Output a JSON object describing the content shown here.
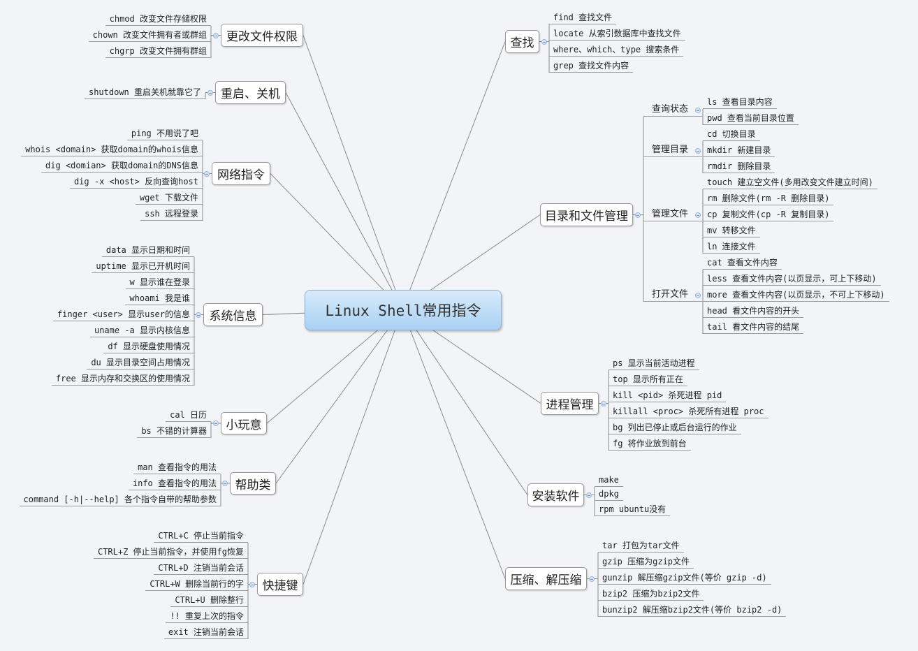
{
  "title": "Linux Shell常用指令",
  "left_branches": [
    {
      "label": "更改文件权限",
      "items": [
        "chmod 改变文件存储权限",
        "chown 改变文件拥有者或群组",
        "chgrp 改变文件拥有群组"
      ]
    },
    {
      "label": "重启、关机",
      "items": [
        "shutdown 重启关机就靠它了"
      ]
    },
    {
      "label": "网络指令",
      "items": [
        "ping 不用说了吧",
        "whois <domain> 获取domain的whois信息",
        "dig <domian> 获取domain的DNS信息",
        "dig -x <host> 反向查询host",
        "wget 下载文件",
        "ssh 远程登录"
      ]
    },
    {
      "label": "系统信息",
      "items": [
        "data 显示日期和时间",
        "uptime 显示已开机时间",
        "w 显示谁在登录",
        "whoami 我是谁",
        "finger <user> 显示user的信息",
        "uname -a 显示内核信息",
        "df 显示硬盘使用情况",
        "du 显示目录空间占用情况",
        "free 显示内存和交换区的使用情况"
      ]
    },
    {
      "label": "小玩意",
      "items": [
        "cal 日历",
        "bs 不错的计算器"
      ]
    },
    {
      "label": "帮助类",
      "items": [
        "man 查看指令的用法",
        "info 查看指令的用法",
        "command [-h|--help] 各个指令自带的帮助参数"
      ]
    },
    {
      "label": "快捷键",
      "items": [
        "CTRL+C 停止当前指令",
        "CTRL+Z 停止当前指令，并使用fg恢复",
        "CTRL+D 注销当前会话",
        "CTRL+W 删除当前行的字",
        "CTRL+U 删除整行",
        "!! 重复上次的指令",
        "exit 注销当前会话"
      ]
    }
  ],
  "right_branches": [
    {
      "label": "查找",
      "items": [
        "find 查找文件",
        "locate 从索引数据库中查找文件",
        "where、which、type 搜索条件",
        "grep 查找文件内容"
      ]
    },
    {
      "label": "目录和文件管理",
      "groups": [
        {
          "label": "查询状态",
          "items": [
            "ls 查看目录内容",
            "pwd 查看当前目录位置"
          ]
        },
        {
          "label": "管理目录",
          "items": [
            "cd 切换目录",
            "mkdir 新建目录",
            "rmdir 删除目录"
          ]
        },
        {
          "label": "管理文件",
          "items": [
            "touch 建立空文件(多用改变文件建立时间)",
            "rm 删除文件(rm -R 删除目录)",
            "cp 复制文件(cp -R 复制目录)",
            "mv 转移文件",
            "ln 连接文件"
          ]
        },
        {
          "label": "打开文件",
          "items": [
            "cat 查看文件内容",
            "less 查看文件内容(以页显示，可上下移动)",
            "more 查看文件内容(以页显示，不可上下移动)",
            "head 看文件内容的开头",
            "tail 看文件内容的结尾"
          ]
        }
      ]
    },
    {
      "label": "进程管理",
      "items": [
        "ps 显示当前活动进程",
        "top 显示所有正在",
        "kill <pid> 杀死进程 pid",
        "killall <proc> 杀死所有进程 proc",
        "bg 列出已停止或后台运行的作业",
        "fg 将作业放到前台"
      ]
    },
    {
      "label": "安装软件",
      "items": [
        "make",
        "dpkg",
        "rpm ubuntu没有"
      ]
    },
    {
      "label": "压缩、解压缩",
      "items": [
        "tar 打包为tar文件",
        "gzip 压缩为gzip文件",
        "gunzip 解压缩gzip文件(等价 gzip -d)",
        "bzip2 压缩为bzip2文件",
        "bunzip2 解压缩bzip2文件(等价 bzip2 -d)"
      ]
    }
  ],
  "colors": {
    "background": "#f2f4f7",
    "center_fill": "#a9d0f3",
    "line": "#8a8a8a",
    "knob": "#dbe7f5"
  }
}
